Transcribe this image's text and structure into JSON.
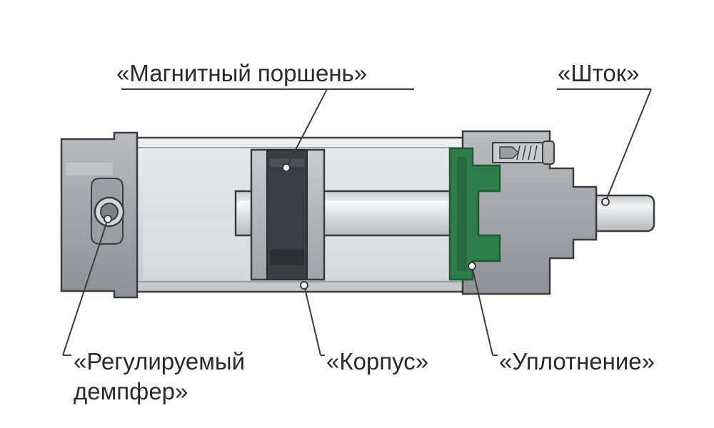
{
  "labels": {
    "piston": "«Магнитный поршень»",
    "rod": "«Шток»",
    "damper_line1": "«Регулируемый",
    "damper_line2": "демпфер»",
    "body": "«Корпус»",
    "seal": "«Уплотнение»"
  },
  "colors": {
    "metal_light": "#dfe1e3",
    "metal_mid": "#b3b7ba",
    "metal_dark": "#8c9094",
    "outline": "#3d3d3d",
    "piston_magnet": "#3a3d41",
    "seal_green": "#2e7d4a"
  }
}
